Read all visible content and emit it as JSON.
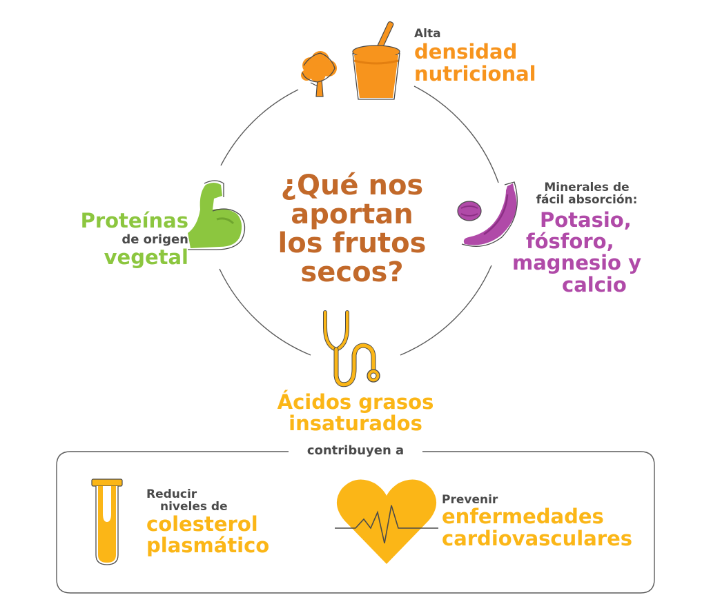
{
  "center": {
    "question_lines": [
      "¿Qué nos",
      "aportan",
      "los frutos",
      "secos?"
    ]
  },
  "nutrition": {
    "small": "Alta",
    "big_lines": [
      "densidad",
      "nutricional"
    ]
  },
  "protein": {
    "big": "Proteínas",
    "small": "de origen",
    "big2": "vegetal"
  },
  "minerals": {
    "small_lines": [
      "Minerales de",
      "fácil absorción:"
    ],
    "big_lines": [
      "Potasio,",
      "fósforo,",
      "magnesio y",
      "calcio"
    ]
  },
  "fats": {
    "big_lines": [
      "Ácidos grasos",
      "insaturados"
    ],
    "connector": "contribuyen a"
  },
  "cholesterol": {
    "small_lines": [
      "Reducir",
      "niveles de"
    ],
    "big_lines": [
      "colesterol",
      "plasmático"
    ]
  },
  "cardio": {
    "small": "Prevenir",
    "big_lines": [
      "enfermedades",
      "cardiovasculares"
    ]
  },
  "colors": {
    "orange": "#f7941d",
    "brown": "#c2692a",
    "green": "#8cc63f",
    "purple": "#b04aa8",
    "yellow": "#fbb617",
    "gray": "#4a4a4a"
  },
  "icons": [
    "broccoli-icon",
    "yogurt-cup-icon",
    "flexed-arm-icon",
    "nut-icon",
    "banana-icon",
    "stethoscope-icon",
    "test-tube-icon",
    "heart-pulse-icon"
  ]
}
